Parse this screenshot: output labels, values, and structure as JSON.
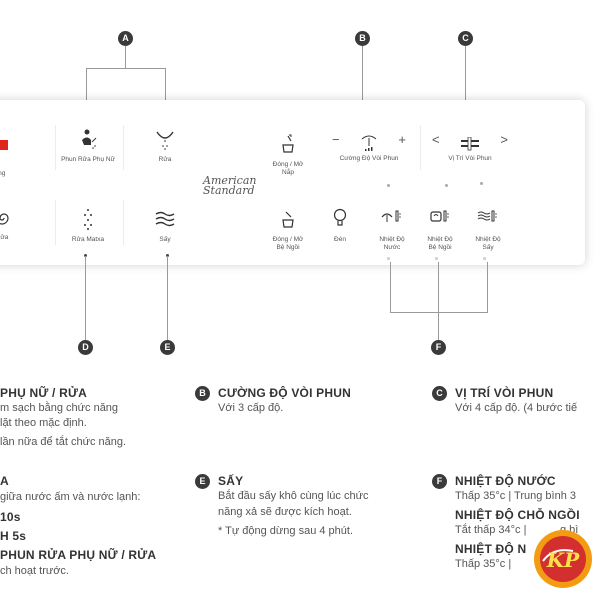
{
  "callouts": {
    "a": "A",
    "b": "B",
    "c": "C",
    "d": "D",
    "e": "E",
    "f": "F"
  },
  "brand": {
    "line1": "American",
    "line2": "Standard"
  },
  "panel": {
    "top_row": {
      "left_cut": "ong",
      "rua_phu_nu": "Phun Rửa Phụ Nữ",
      "rua": "Rửa",
      "dong_mo_nap": [
        "Đóng / Mở",
        "Nắp"
      ],
      "cuong_do": "Cường Độ Vòi Phun",
      "minus": "−",
      "plus": "+",
      "vi_tri": "Vị Trí Vòi Phun",
      "left_arrow": "<",
      "right_arrow": ">"
    },
    "bottom_row": {
      "left_cut": "Rửa",
      "rua_matxa": "Rửa Matxa",
      "say": "Sấy",
      "dong_mo_be_ngoi": [
        "Đóng / Mở",
        "Bệ Ngồi"
      ],
      "den": "Đèn",
      "nhiet_do_nuoc": [
        "Nhiệt Độ",
        "Nước"
      ],
      "nhiet_do_be_ngoi": [
        "Nhiệt Độ",
        "Bệ Ngồi"
      ],
      "nhiet_do_say": [
        "Nhiệt Độ",
        "Sấy"
      ]
    }
  },
  "desc": {
    "a_head": "PHỤ NỮ / RỬA",
    "a_l1": "m sạch bằng chức năng",
    "a_l2": "lặt theo mặc định.",
    "a_l3": "lần nữa để tắt chức năng.",
    "b_head": "CƯỜNG ĐỘ VÒI PHUN",
    "b_l1": "Với 3 cấp độ.",
    "c_head": "VỊ TRÍ VÒI PHUN",
    "c_l1": "Với 4 cấp độ. (4 bước tiế",
    "d_head": "A",
    "d_l1": "giữa nước ấm và nước lạnh:",
    "d_l2": "10s",
    "d_l3": "H 5s",
    "d_l4": "PHUN RỬA PHỤ NỮ / RỬA",
    "d_l5": "ch hoạt trước.",
    "e_head": "SẤY",
    "e_l1": "Bắt đầu sấy khô cùng lúc chức",
    "e_l2": "năng xả sẽ được kích hoạt.",
    "e_l3": "* Tự động dừng sau 4 phút.",
    "f_head1": "NHIỆT ĐỘ NƯỚC",
    "f_l1": "Thấp 35°c | Trung bình 3",
    "f_head2": "NHIỆT ĐỘ CHỖ NGỒI",
    "f_l2": "Tắt thấp 34°c | ",
    "f_l2b": "g bì",
    "f_head3": "NHIỆT ĐỘ N",
    "f_l3": "Thấp 35°c |"
  },
  "stamp": {
    "text": "KP"
  },
  "colors": {
    "accent_red": "#e0231c",
    "dark": "#3a3a3a",
    "stamp_orange": "#f39c12",
    "stamp_red": "#d32f2f"
  }
}
